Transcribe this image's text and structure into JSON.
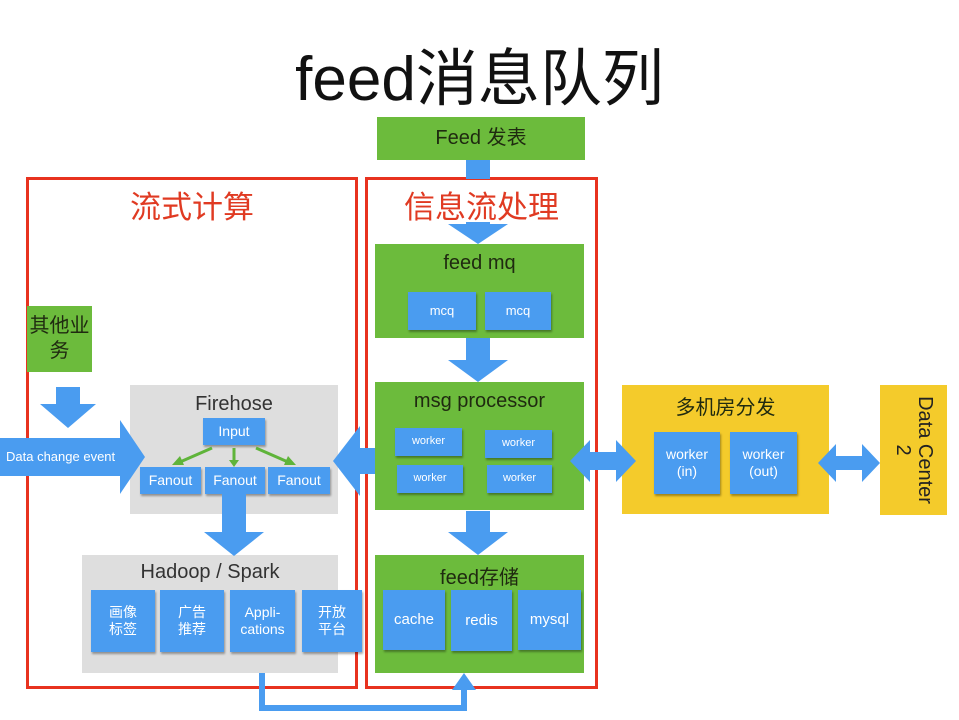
{
  "title": "feed消息队列",
  "feed_publish": "Feed 发表",
  "stream_compute": {
    "title": "流式计算",
    "other_business": "其他业务",
    "data_change_event": "Data change event",
    "firehose": {
      "title": "Firehose",
      "input": "Input",
      "fanouts": [
        "Fanout",
        "Fanout",
        "Fanout"
      ]
    },
    "hadoop": {
      "title": "Hadoop / Spark",
      "items": [
        "画像\n标签",
        "广告\n推荐",
        "Appli-\ncations",
        "开放\n平台"
      ]
    }
  },
  "info_flow": {
    "title": "信息流处理",
    "feed_mq": {
      "title": "feed mq",
      "items": [
        "mcq",
        "mcq"
      ]
    },
    "msg_processor": {
      "title": "msg processor",
      "workers": [
        "worker",
        "worker",
        "worker",
        "worker"
      ]
    },
    "storage": {
      "title": "feed存储",
      "items": [
        "cache",
        "redis",
        "mysql"
      ]
    }
  },
  "multi_dc": {
    "title": "多机房分发",
    "workers": [
      "worker\n(in)",
      "worker\n(out)"
    ]
  },
  "data_center": "Data Center\n2",
  "colors": {
    "green": "#6cbb3c",
    "blue": "#4a9cf0",
    "yellow": "#f4cb2b",
    "red": "#e8321f",
    "gray": "#dedede"
  }
}
